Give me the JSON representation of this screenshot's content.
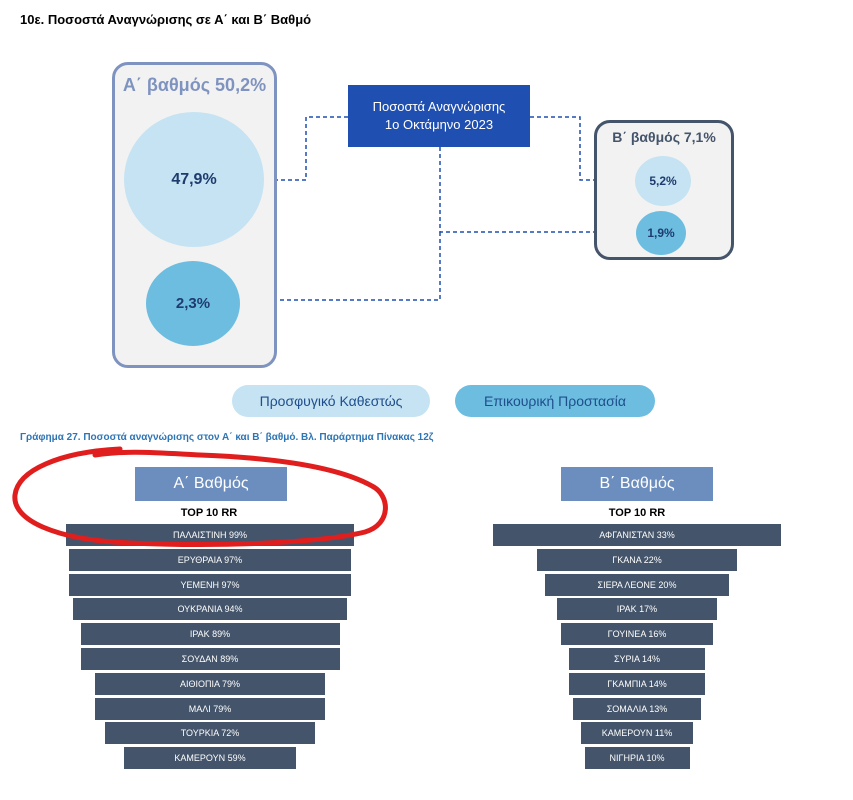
{
  "title": "10ε. Ποσοστά Αναγνώρισης σε Α΄ και Β΄ Βαθμό",
  "diagram": {
    "center_line1": "Ποσοστά Αναγνώρισης",
    "center_line2": "1ο Οκτάμηνο 2023",
    "panel_a_title": "Α΄ βαθμός 50,2%",
    "panel_b_title": "Β΄ βαθμός 7,1%",
    "a_refugee": "47,9%",
    "a_subsidiary": "2,3%",
    "b_refugee": "5,2%",
    "b_subsidiary": "1,9%",
    "legend_refugee": "Προσφυγικό Καθεστώς",
    "legend_subsidiary": "Επικουρική Προστασία",
    "colors": {
      "refugee": "#c5e3f3",
      "subsidiary": "#6cbde0",
      "box": "#1f4fb0"
    }
  },
  "caption": "Γράφημα 27. Ποσοστά αναγνώρισης στον Α΄ και Β΄ βαθμό.  Βλ. Παράρτημα Πίνακας 12ζ",
  "chart_data": [
    {
      "type": "bar",
      "title": "Α΄ Βαθμός",
      "subtitle": "TOP 10 RR",
      "categories": [
        "ΠΑΛΑΙΣΤΙΝΗ",
        "ΕΡΥΘΡΑΙΑ",
        "ΥΕΜΕΝΗ",
        "ΟΥΚΡΑΝΙΑ",
        "ΙΡΑΚ",
        "ΣΟΥΔΑΝ",
        "ΑΙΘΙΟΠΙΑ",
        "ΜΑΛΙ",
        "ΤΟΥΡΚΙΑ",
        "ΚΑΜΕΡΟΥΝ"
      ],
      "values": [
        99,
        97,
        97,
        94,
        89,
        89,
        79,
        79,
        72,
        59
      ],
      "labels": [
        "ΠΑΛΑΙΣΤΙΝΗ 99%",
        "ΕΡΥΘΡΑΙΑ 97%",
        "ΥΕΜΕΝΗ 97%",
        "ΟΥΚΡΑΝΙΑ 94%",
        "ΙΡΑΚ 89%",
        "ΣΟΥΔΑΝ 89%",
        "ΑΙΘΙΟΠΙΑ 79%",
        "ΜΑΛΙ 79%",
        "ΤΟΥΡΚΙΑ 72%",
        "ΚΑΜΕΡΟΥΝ 59%"
      ],
      "orientation": "centered-funnel",
      "color": "#44546a"
    },
    {
      "type": "bar",
      "title": "Β΄ Βαθμός",
      "subtitle": "TOP 10 RR",
      "categories": [
        "ΑΦΓΑΝΙΣΤΑΝ",
        "ΓΚΑΝΑ",
        "ΣΙΕΡΑ ΛΕΟΝΕ",
        "ΙΡΑΚ",
        "ΓΟΥΙΝΕΑ",
        "ΣΥΡΙΑ",
        "ΓΚΑΜΠΙΑ",
        "ΣΟΜΑΛΙΑ",
        "ΚΑΜΕΡΟΥΝ",
        "ΝΙΓΗΡΙΑ"
      ],
      "values": [
        33,
        22,
        20,
        17,
        16,
        14,
        14,
        13,
        11,
        10
      ],
      "labels": [
        "ΑΦΓΑΝΙΣΤΑΝ 33%",
        "ΓΚΑΝΑ 22%",
        "ΣΙΕΡΑ ΛΕΟΝΕ 20%",
        "ΙΡΑΚ 17%",
        "ΓΟΥΙΝΕΑ 16%",
        "ΣΥΡΙΑ 14%",
        "ΓΚΑΜΠΙΑ 14%",
        "ΣΟΜΑΛΙΑ 13%",
        "ΚΑΜΕΡΟΥΝ 11%",
        "ΝΙΓΗΡΙΑ 10%"
      ],
      "orientation": "centered-funnel",
      "color": "#44546a"
    }
  ]
}
